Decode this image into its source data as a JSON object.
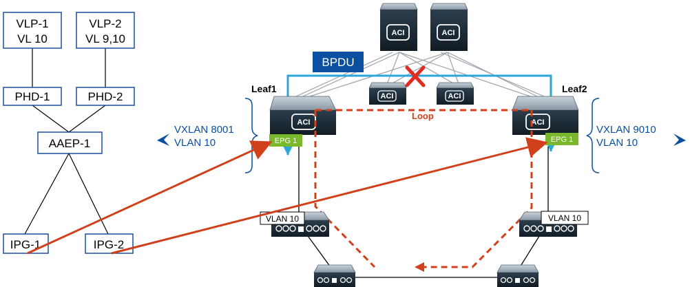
{
  "left_tree": {
    "vlp1": [
      "VLP-1",
      "VL 10"
    ],
    "vlp2": [
      "VLP-2",
      "VL 9,10"
    ],
    "phd1": "PHD-1",
    "phd2": "PHD-2",
    "aaep": "AAEP-1",
    "ipg1": "IPG-1",
    "ipg2": "IPG-2"
  },
  "fabric": {
    "spine_label": "ACI",
    "bpdu": "BPDU",
    "leaf1": "Leaf1",
    "leaf2": "Leaf2",
    "loop": "Loop",
    "epg": "EPG 1"
  },
  "left_encap": [
    "VXLAN 8001",
    "VLAN 10"
  ],
  "right_encap": [
    "VXLAN 9010",
    "VLAN 10"
  ],
  "access": {
    "left_vlan": "VLAN 10",
    "right_vlan": "VLAN 10"
  },
  "colors": {
    "box_border": "#1a4f9c",
    "bpdu_line": "#2aa6d9",
    "bpdu_fill": "#0a4fa0",
    "red": "#d0401a",
    "epg_green": "#7ab82e",
    "device_dark": "#1f2f3c"
  }
}
